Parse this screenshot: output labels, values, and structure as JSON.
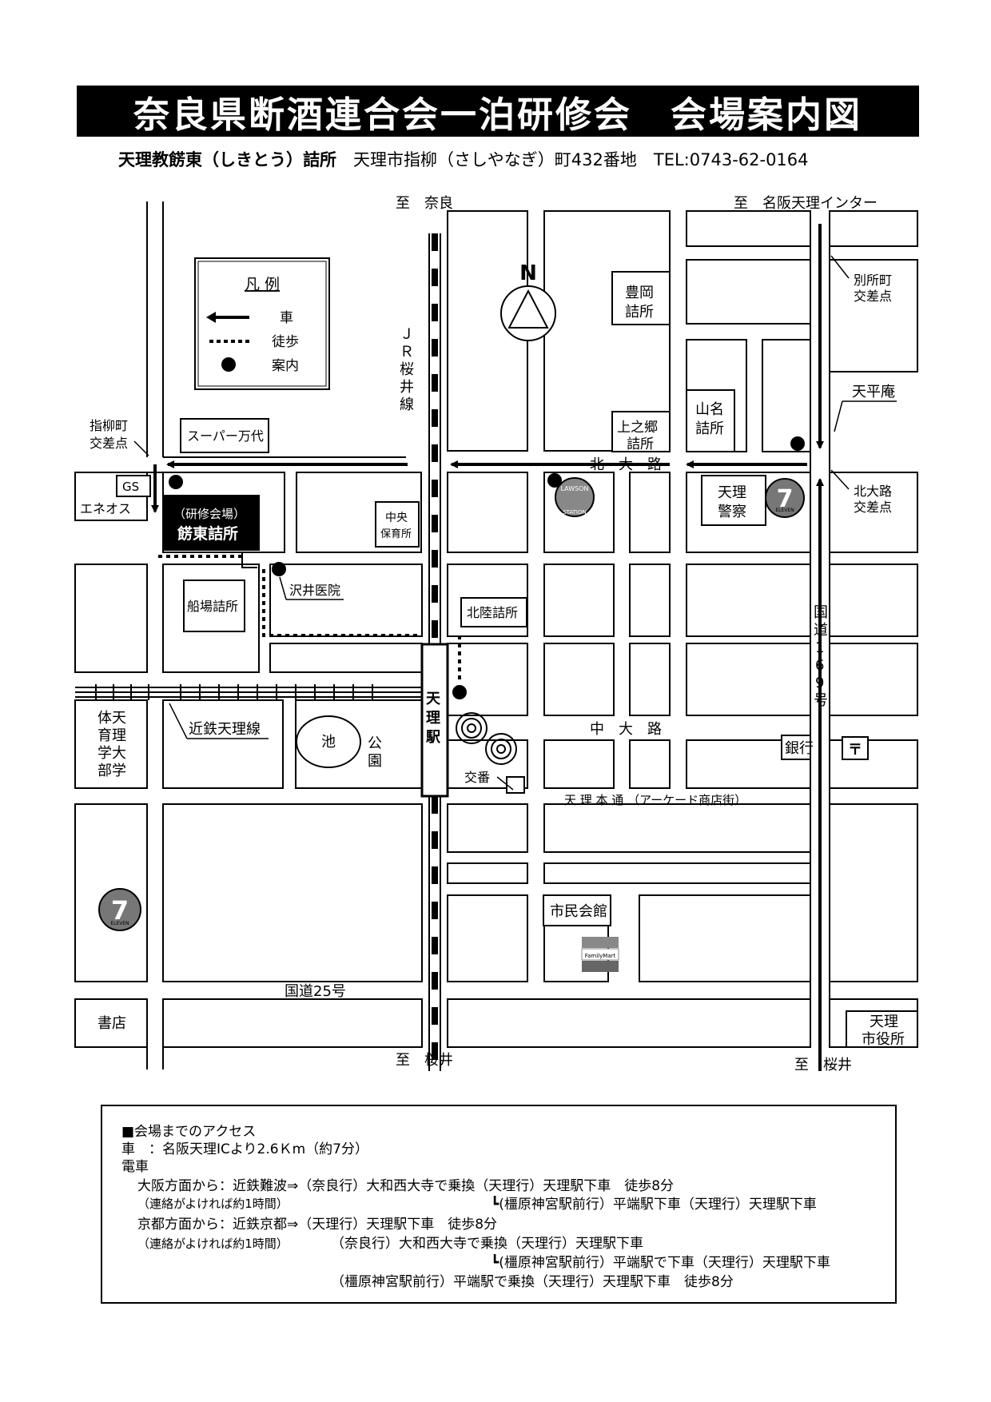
{
  "header": {
    "title": "奈良県断酒連合会一泊研修会　会場案内図",
    "venue_name": "天理教餝東（しきとう）詰所",
    "address": "天理市指柳（さしやなぎ）町432番地",
    "tel": "TEL:0743-62-0164"
  },
  "legend": {
    "title": "凡 例",
    "items": [
      {
        "symbol": "arrow",
        "label": "車"
      },
      {
        "symbol": "dotted-line",
        "label": "徒歩"
      },
      {
        "symbol": "dot",
        "label": "案内"
      }
    ]
  },
  "compass": {
    "label": "N"
  },
  "map_labels": {
    "to_nara": "至　奈良",
    "to_meihan": "至　名阪天理インター",
    "to_sakurai_left": "至　桜井",
    "to_sakurai_right": "至　桜井",
    "jr_line": [
      "Ｊ",
      "Ｒ",
      "桜",
      "井",
      "線"
    ],
    "beppu_crossing": [
      "別所町",
      "交差点"
    ],
    "tenpei_an": "天平庵",
    "kitaoji_crossing": [
      "北大路",
      "交差点"
    ],
    "sashiyanagi_crossing": [
      "指柳町",
      "交差点"
    ],
    "kitaoji_road": "北　大　路",
    "chuoji_road": "中　大　路",
    "arcade": "天 理 本 通 （アーケード商店街）",
    "route169": [
      "国",
      "道",
      "1",
      "6",
      "9",
      "号"
    ],
    "route25": "国道25号",
    "kintetsu_line": "近鉄天理線",
    "tenri_station": [
      "天",
      "理",
      "駅"
    ],
    "pond": "池",
    "park": [
      "公",
      "園"
    ],
    "koban": "交番",
    "bank": "銀行",
    "post_mark": "〒",
    "supermarket": "スーパー万代",
    "gs": "GS",
    "eneos": "エネオス",
    "venue_line1": "（研修会場）",
    "venue_line2": "餝東詰所",
    "chuo_hoikusho": [
      "中央",
      "保育所"
    ],
    "sawai_clinic": "沢井医院",
    "funaba_tsumesho": "船場詰所",
    "hokuriku_tsumesho": "北陸詰所",
    "tenri_univ_pe": [
      "体天",
      "育理",
      "学大",
      "部学"
    ],
    "toyooka_tsumesho": [
      "豊岡",
      "詰所"
    ],
    "kaminogo_tsumesho": [
      "上之郷",
      "詰所"
    ],
    "yamana_tsumesho": [
      "山名",
      "詰所"
    ],
    "tenri_police": [
      "天理",
      "警察"
    ],
    "shimin_kaikan": "市民会館",
    "bookstore": "書店",
    "city_hall": [
      "天理",
      "市役所"
    ],
    "lawson": [
      "LAWSON",
      "STATION"
    ],
    "eleven": "ELEVEN",
    "familymart": "FamilyMart"
  },
  "access": {
    "title": "■会場までのアクセス",
    "car": "車　：名阪天理ICより2.6Ｋm（約7分）",
    "train": "電車",
    "osaka": "大阪方面から：近鉄難波⇒（奈良行）大和西大寺で乗換（天理行）天理駅下車　徒歩8分",
    "osaka_note": "（連絡がよければ約1時間）",
    "osaka_alt": "(橿原神宮駅前行）平端駅下車（天理行）天理駅下車",
    "kyoto": "京都方面から：近鉄京都⇒（天理行）天理駅下車　徒歩8分",
    "kyoto_note": "（連絡がよければ約1時間）",
    "kyoto_alt1": "（奈良行）大和西大寺で乗換（天理行）天理駅下車",
    "kyoto_alt2": "(橿原神宮駅前行）平端駅で下車（天理行）天理駅下車",
    "kyoto_alt3": "（橿原神宮駅前行）平端駅で乗換（天理行）天理駅下車　徒歩8分"
  }
}
